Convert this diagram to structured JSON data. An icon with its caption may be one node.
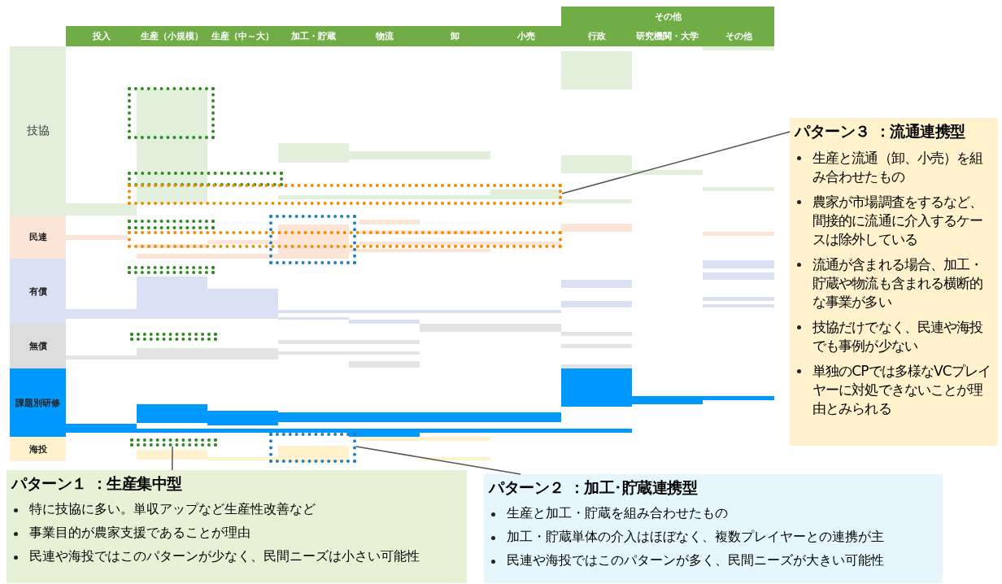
{
  "diagram": {
    "nodes": [
      {
        "text": [
          "その他"
        ]
      },
      {
        "text": [
          "投入"
        ]
      },
      {
        "text": [
          "生産（小規模）"
        ]
      },
      {
        "text": [
          "生産（中～大）"
        ]
      },
      {
        "text": [
          "加工・貯蔵"
        ]
      },
      {
        "text": [
          "物流"
        ]
      },
      {
        "text": [
          "卸"
        ]
      },
      {
        "text": [
          "小売"
        ]
      },
      {
        "text": [
          "行政"
        ]
      },
      {
        "text": [
          "研究機関・大学"
        ]
      },
      {
        "text": [
          "その他"
        ]
      },
      {
        "text": [
          "技協"
        ]
      },
      {
        "text": [
          "民連"
        ]
      },
      {
        "text": [
          "有償"
        ]
      },
      {
        "text": [
          "無償"
        ]
      },
      {
        "text": [
          "課題別研修"
        ]
      },
      {
        "text": [
          "海投"
        ]
      },
      {
        "text": [],
        "shape": "box"
      },
      {
        "text": [],
        "shape": "box"
      },
      {
        "text": [],
        "shape": "box"
      },
      {
        "text": [],
        "shape": "box"
      },
      {
        "text": [],
        "shape": "box"
      },
      {
        "text": [],
        "shape": "box"
      },
      {
        "text": [],
        "shape": "box"
      },
      {
        "text": [],
        "shape": "box"
      },
      {
        "text": [],
        "shape": "box"
      },
      {
        "text": [],
        "shape": "box"
      },
      {
        "text": [
          "パターン３ ：流通連携型",
          "生産と流通（卸、小売）を組み合わせたもの",
          "農家が市場調査をするなど、間接的に流通に介入するケースは除外している",
          "流通が含まれる場合、加工・貯蔵や物流も含まれる横断的な事業が多い",
          "技協だけでなく、民連や海投でも事例が少ない",
          "単独のCPでは多様なVCプレイヤーに対処できないことが理由とみられる"
        ]
      },
      {
        "text": [
          "パターン１ ：生産集中型",
          "特に技協に多い。単収アップなど生産性改善など",
          "事業目的が農家支援であることが理由",
          "民連や海投ではこのパターンが少なく、民間ニーズは小さい可能性"
        ]
      },
      {
        "text": [
          "パターン２ ：加工･貯蔵連携型",
          "生産と加工・貯蔵を組み合わせたもの",
          "加工・貯蔵単体の介入はほぼなく、複数プレイヤーとの連携が主",
          "民連や海投ではこのパターンが多く、民間ニーズが大きい可能性"
        ]
      }
    ],
    "edges": [
      {
        "from": 27,
        "to": 19,
        "arrow": "none"
      },
      {
        "from": 28,
        "to": 26,
        "arrow": "none"
      },
      {
        "from": 29,
        "to": 25,
        "arrow": "none"
      }
    ]
  }
}
